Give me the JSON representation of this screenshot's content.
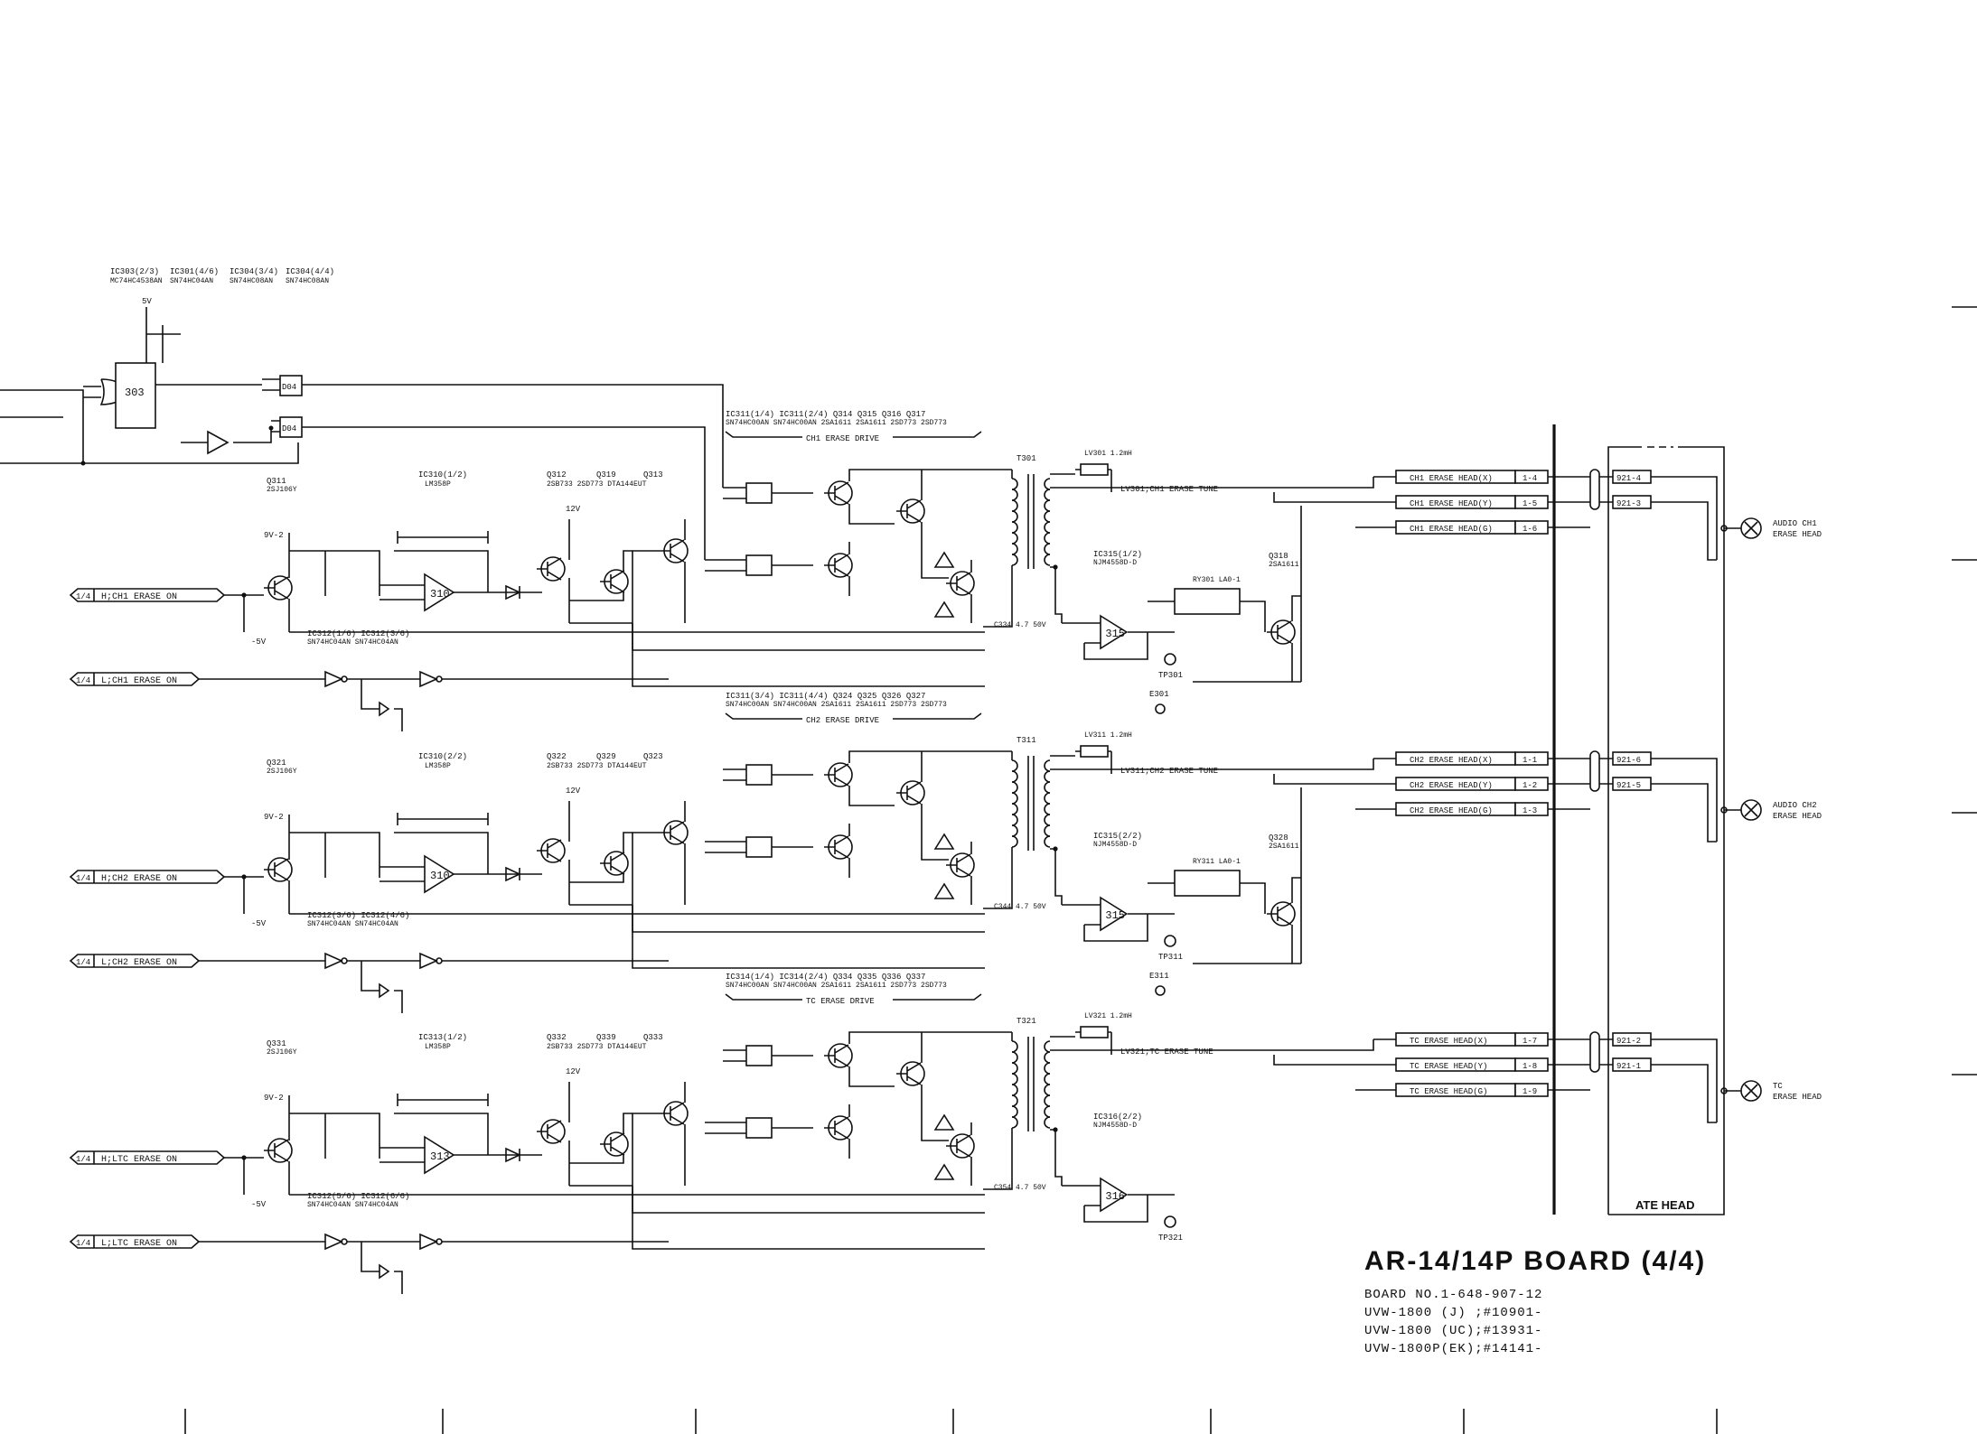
{
  "board": {
    "title": "AR-14/14P BOARD (4/4)",
    "board_no": "BOARD NO.1-648-907-12",
    "models": [
      "UVW-1800 (J) ;#10901-",
      "UVW-1800 (UC);#13931-",
      "UVW-1800P(EK);#14141-"
    ]
  },
  "header": {
    "ics": [
      "IC303(2/3)",
      "IC301(4/6)",
      "IC304(3/4)",
      "IC304(4/4)"
    ],
    "parts": [
      "MC74HC4538AN",
      "SN74HC04AN",
      "SN74HC08AN",
      "SN74HC08AN"
    ],
    "supply": "5V",
    "ic_num": "303",
    "gate_a": "D04",
    "gate_b": "D04"
  },
  "inputs": [
    {
      "num": "1/4",
      "label": "H;CH1 ERASE ON"
    },
    {
      "num": "1/4",
      "label": "L;CH1 ERASE ON"
    },
    {
      "num": "1/4",
      "label": "H;CH2 ERASE ON"
    },
    {
      "num": "1/4",
      "label": "L;CH2 ERASE ON"
    },
    {
      "num": "1/4",
      "label": "H;LTC ERASE ON"
    },
    {
      "num": "1/4",
      "label": "L;LTC ERASE ON"
    }
  ],
  "channels": [
    {
      "drive_title": "CH1 ERASE DRIVE",
      "drive_ics": "IC311(1/4) IC311(2/4) Q314 Q315 Q316 Q317",
      "drive_parts": "SN74HC00AN SN74HC00AN 2SA1611 2SA1611 2SD773 2SD773",
      "amp_ic": "IC310(1/2)",
      "amp_part": "LM358P",
      "amp_num": "310",
      "fet": "Q311",
      "fet_part": "2SJ106Y",
      "q_a": "Q312",
      "q_b": "Q319",
      "q_c": "Q313",
      "qparts": "2SB733 2SD773 DTA144EUT",
      "inv_ics": "IC312(1/6) IC312(3/6)",
      "inv_part": "SN74HC04AN SN74HC04AN",
      "transformer": "T301",
      "coil": "LV301 1.2mH",
      "tune": "LV301;CH1 ERASE TUNE",
      "buf_ic": "IC315(1/2)",
      "buf_part": "NJM4558D-D",
      "buf_num": "315",
      "tp": "TP301",
      "relay": "RY301 LA0-1",
      "q_out": "Q318",
      "q_out_part": "2SA1611",
      "heads": [
        "CH1 ERASE HEAD(X)",
        "CH1 ERASE HEAD(Y)",
        "CH1 ERASE HEAD(G)"
      ],
      "pins": [
        "1-4",
        "1-5",
        "1-6"
      ],
      "conn": [
        "921-4",
        "921-3"
      ],
      "head_name": [
        "AUDIO CH1",
        "ERASE HEAD"
      ],
      "ground": "E301",
      "cap_out": "C334 4.7 50V"
    },
    {
      "drive_title": "CH2 ERASE DRIVE",
      "drive_ics": "IC311(3/4) IC311(4/4) Q324 Q325 Q326 Q327",
      "drive_parts": "SN74HC00AN SN74HC00AN 2SA1611 2SA1611 2SD773 2SD773",
      "amp_ic": "IC310(2/2)",
      "amp_part": "LM358P",
      "amp_num": "310",
      "fet": "Q321",
      "fet_part": "2SJ106Y",
      "q_a": "Q322",
      "q_b": "Q329",
      "q_c": "Q323",
      "qparts": "2SB733 2SD773 DTA144EUT",
      "inv_ics": "IC312(3/6) IC312(4/6)",
      "inv_part": "SN74HC04AN SN74HC04AN",
      "transformer": "T311",
      "coil": "LV311 1.2mH",
      "tune": "LV311;CH2 ERASE TUNE",
      "buf_ic": "IC315(2/2)",
      "buf_part": "NJM4558D-D",
      "buf_num": "315",
      "tp": "TP311",
      "relay": "RY311 LA0-1",
      "q_out": "Q328",
      "q_out_part": "2SA1611",
      "heads": [
        "CH2 ERASE HEAD(X)",
        "CH2 ERASE HEAD(Y)",
        "CH2 ERASE HEAD(G)"
      ],
      "pins": [
        "1-1",
        "1-2",
        "1-3"
      ],
      "conn": [
        "921-6",
        "921-5"
      ],
      "head_name": [
        "AUDIO CH2",
        "ERASE HEAD"
      ],
      "ground": "E311",
      "cap_out": "C344 4.7 50V"
    },
    {
      "drive_title": "TC ERASE DRIVE",
      "drive_ics": "IC314(1/4) IC314(2/4) Q334 Q335 Q336 Q337",
      "drive_parts": "SN74HC00AN SN74HC00AN 2SA1611 2SA1611 2SD773 2SD773",
      "amp_ic": "IC313(1/2)",
      "amp_part": "LM358P",
      "amp_num": "313",
      "fet": "Q331",
      "fet_part": "2SJ106Y",
      "q_a": "Q332",
      "q_b": "Q339",
      "q_c": "Q333",
      "qparts": "2SB733 2SD773 DTA144EUT",
      "inv_ics": "IC312(5/6) IC312(6/6)",
      "inv_part": "SN74HC04AN SN74HC04AN",
      "transformer": "T321",
      "coil": "LV321 1.2mH",
      "tune": "LV321;TC ERASE TUNE",
      "buf_ic": "IC316(2/2)",
      "buf_part": "NJM4558D-D",
      "buf_num": "316",
      "tp": "TP321",
      "relay": "",
      "q_out": "",
      "q_out_part": "",
      "heads": [
        "TC ERASE HEAD(X)",
        "TC ERASE HEAD(Y)",
        "TC ERASE HEAD(G)"
      ],
      "pins": [
        "1-7",
        "1-8",
        "1-9"
      ],
      "conn": [
        "921-2",
        "921-1"
      ],
      "head_name": [
        "TC",
        "ERASE HEAD"
      ],
      "ground": "",
      "cap_out": "C354 4.7 50V"
    }
  ],
  "ate_head": "ATE HEAD",
  "supplies": {
    "pos": "5V",
    "neg": "-5V",
    "v9": "9V-2",
    "v12": "12V"
  }
}
